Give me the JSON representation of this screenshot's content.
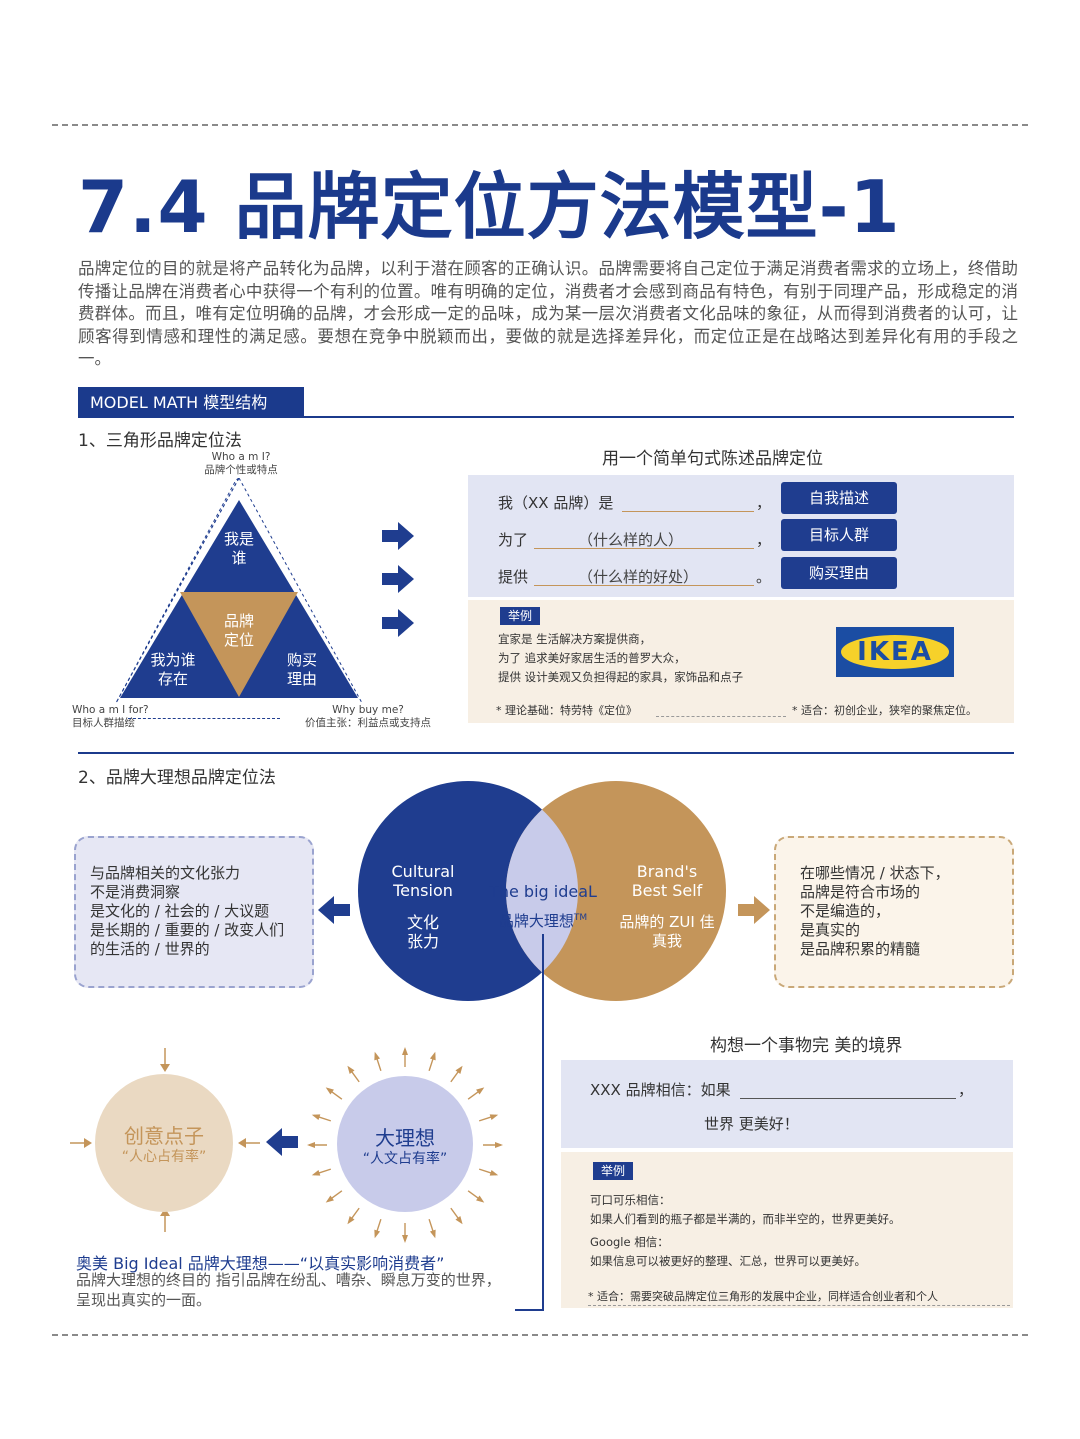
{
  "title": "7.4 品牌定位方法模型-1",
  "intro": "品牌定位的目的就是将产品转化为品牌，以利于潜在顾客的正确认识。品牌需要将自己定位于满足消费者需求的立场上，终借助传播让品牌在消费者心中获得一个有利的位置。唯有明确的定位，消费者才会感到商品有特色，有别于同理产品，形成稳定的消费群体。而且，唯有定位明确的品牌，才会形成一定的品味，成为某一层次消费者文化品味的象征，从而得到消费者的认可，让顾客得到情感和理性的满足感。要想在竞争中脱颖而出，要做的就是选择差异化，而定位正是在战略达到差异化有用的手段之一。",
  "model_tag": "MODEL MATH 模型结构",
  "section1": {
    "title": "1、三角形品牌定位法",
    "top_label_en": "Who a m I?",
    "top_label_cn": "品牌个性或特点",
    "left_label_en": "Who a m I for?",
    "left_label_cn": "目标人群描绘",
    "right_label_en": "Why buy me?",
    "right_label_cn": "价值主张：利益点或支持点",
    "tri_top": [
      "我是",
      "谁"
    ],
    "tri_center": [
      "品牌",
      "定位"
    ],
    "tri_left": [
      "我为谁",
      "存在"
    ],
    "tri_right": [
      "购买",
      "理由"
    ],
    "statement_title": "用一个简单句式陈述品牌定位",
    "line1_prefix": "我（XX 品牌）是",
    "line1_suffix": "，",
    "line2_prefix": "为了",
    "line2_fill": "（什么样的人）",
    "line2_suffix": "，",
    "line3_prefix": "提供",
    "line3_fill": "（什么样的好处）",
    "line3_suffix": "。",
    "buttons": [
      "自我描述",
      "目标人群",
      "购买理由"
    ],
    "example_tag": "举例",
    "example_lines": [
      "宜家是 生活解决方案提供商，",
      "为了 追求美好家居生活的普罗大众，",
      "提供 设计美观又负担得起的家具，家饰品和点子"
    ],
    "logo_text": "IKEA",
    "note_left": "* 理论基础：特劳特《定位》",
    "note_right": "* 适合：初创企业，狭窄的聚焦定位。"
  },
  "section2": {
    "title": "2、品牌大理想品牌定位法",
    "left_box": [
      "与品牌相关的文化张力",
      "不是消费洞察",
      "是文化的 / 社会的 / 大议题",
      "是长期的 / 重要的 / 改变人们",
      "的生活的 / 世界的"
    ],
    "right_box": [
      "在哪些情况 / 状态下，",
      "品牌是符合市场的",
      "不是编造的，",
      "是真实的",
      "是品牌积累的精髓"
    ],
    "circle_left_en": [
      "Cultural",
      "Tension"
    ],
    "circle_left_cn": [
      "文化",
      "张力"
    ],
    "circle_right_en": [
      "Brand's",
      "Best Self"
    ],
    "circle_right_cn": [
      "品牌的 ZUI 佳",
      "真我"
    ],
    "center_en": "The big ideaL",
    "center_cn": "品牌大理想",
    "center_tm": "TM",
    "idea_title": "创意点子",
    "idea_sub": "“人心占有率”",
    "ideal_title": "大理想",
    "ideal_sub": "“人文占有率”",
    "ogilvy_title": "奥美 Big Ideal 品牌大理想——“以真实影响消费者”",
    "ogilvy_desc": [
      "品牌大理想的终目的 指引品牌在纷乱、嘈杂、瞬息万变的世界，",
      "呈现出真实的一面。"
    ],
    "world_title": "构想一个事物完 美的境界",
    "believe_prefix": "XXX 品牌相信：如果",
    "believe_suffix": "，",
    "believe_line2": "世界 更美好！",
    "example_tag": "举例",
    "ex_coke_title": "可口可乐相信：",
    "ex_coke_text": "如果人们看到的瓶子都是半满的，而非半空的，世界更美好。",
    "ex_google_title": "Google 相信：",
    "ex_google_text": "如果信息可以被更好的整理、汇总，世界可以更美好。",
    "note": "* 适合：需要突破品牌定位三角形的发展中企业，同样适合创业者和个人"
  },
  "colors": {
    "navy": "#1f3d8f",
    "gold": "#c4955a",
    "lavender": "#c8cbea",
    "panel_blue": "#e2e5f3",
    "panel_beige": "#f7efe4"
  }
}
